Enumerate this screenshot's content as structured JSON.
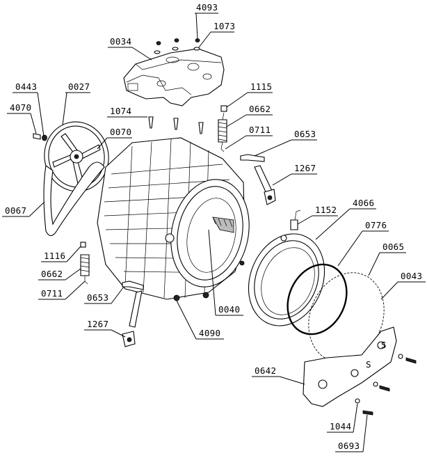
{
  "diagram": {
    "labels": {
      "p4093": "4093",
      "p1073": "1073",
      "p0034": "0034",
      "p0443": "0443",
      "p0027": "0027",
      "p4070": "4070",
      "p1115": "1115",
      "p1074": "1074",
      "p0662a": "0662",
      "p0070": "0070",
      "p0711a": "0711",
      "p0653a": "0653",
      "p1267a": "1267",
      "p0067": "0067",
      "p1152": "1152",
      "p4066": "4066",
      "p0776": "0776",
      "p1116": "1116",
      "p0065": "0065",
      "p0662b": "0662",
      "p0043": "0043",
      "p0711b": "0711",
      "p0653b": "0653",
      "p0040": "0040",
      "p1267b": "1267",
      "p4090": "4090",
      "p0642": "0642",
      "p1044": "1044",
      "p0693": "0693"
    }
  }
}
